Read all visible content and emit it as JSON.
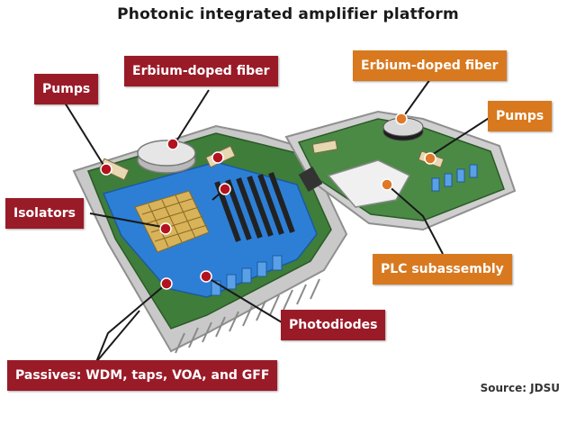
{
  "title": "Photonic integrated amplifier platform",
  "source": "Source: JDSU",
  "colors": {
    "label_red": "#9a1b28",
    "label_orange": "#d9791f",
    "board_green": "#3f7d3a",
    "component_blue": "#2d7fd6",
    "housing_gray": "#c9c9c9",
    "marker_red": "#b3121e",
    "marker_orange": "#e0782a"
  },
  "labels": {
    "pumps_left": "Pumps",
    "erbium_left": "Erbium-doped fiber",
    "isolators": "Isolators",
    "photodiodes": "Photodiodes",
    "passives": "Passives: WDM, taps, VOA, and GFF",
    "erbium_right": "Erbium-doped fiber",
    "pumps_right": "Pumps",
    "plc": "PLC subassembly"
  }
}
